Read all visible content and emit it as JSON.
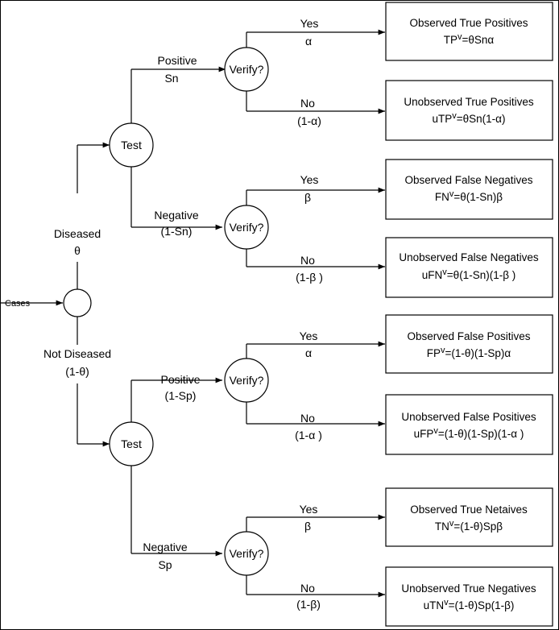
{
  "input_label": "Cases",
  "nodes": {
    "test": "Test",
    "verify": "Verify?"
  },
  "branches": {
    "diseased": {
      "name": "Diseased",
      "prob": "θ"
    },
    "not_diseased": {
      "name": "Not Diseased",
      "prob": "(1-θ)"
    }
  },
  "tests": {
    "d_pos": {
      "name": "Positive",
      "prob": "Sn"
    },
    "d_neg": {
      "name": "Negative",
      "prob": "(1-Sn)"
    },
    "n_pos": {
      "name": "Positive",
      "prob": "(1-Sp)"
    },
    "n_neg": {
      "name": "Negative",
      "prob": "Sp"
    }
  },
  "verify_branches": {
    "v1": {
      "yes": "Yes",
      "yes_prob": "α",
      "no": "No",
      "no_prob": "(1-α)"
    },
    "v2": {
      "yes": "Yes",
      "yes_prob": "β",
      "no": "No",
      "no_prob": "(1-β )"
    },
    "v3": {
      "yes": "Yes",
      "yes_prob": "α",
      "no": "No",
      "no_prob": "(1-α )"
    },
    "v4": {
      "yes": "Yes",
      "yes_prob": "β",
      "no": "No",
      "no_prob": "(1-β)"
    }
  },
  "outcomes": [
    {
      "title": "Observed True Positives",
      "var": "TP",
      "sup": "v",
      "formula": "=θSnα"
    },
    {
      "title": "Unobserved True Positives",
      "var": "uTP",
      "sup": "v",
      "formula": "=θSn(1-α)"
    },
    {
      "title": "Observed False Negatives",
      "var": "FN",
      "sup": "v",
      "formula": "=θ(1-Sn)β"
    },
    {
      "title": "Unobserved False Negatives",
      "var": "uFN",
      "sup": "v",
      "formula": "=θ(1-Sn)(1-β )"
    },
    {
      "title": "Observed False Positives",
      "var": "FP",
      "sup": "v",
      "formula": "=(1-θ)(1-Sp)α"
    },
    {
      "title": "Unobserved False Positives",
      "var": "uFP",
      "sup": "v",
      "formula": "=(1-θ)(1-Sp)(1-α )"
    },
    {
      "title": "Observed True Netaives",
      "var": "TN",
      "sup": "v",
      "formula": "=(1-θ)Spβ"
    },
    {
      "title": "Unobserved True Negatives",
      "var": "uTN",
      "sup": "v",
      "formula": "=(1-θ)Sp(1-β)"
    }
  ]
}
